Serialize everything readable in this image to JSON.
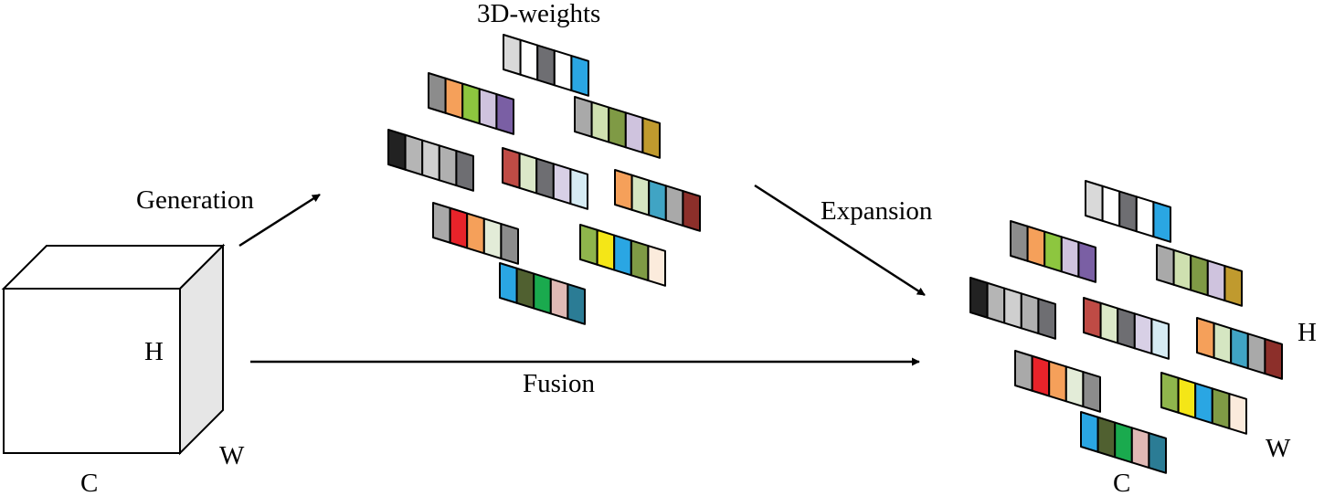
{
  "labels": {
    "title": "3D-weights",
    "generation": "Generation",
    "expansion": "Expansion",
    "fusion": "Fusion",
    "cube_h": "H",
    "cube_w": "W",
    "cube_c": "C",
    "out_h": "H",
    "out_w": "W",
    "out_c": "C"
  },
  "colors": {
    "stroke": "#000000",
    "cube_front": "#ffffff",
    "cube_top": "#ffffff",
    "cube_side": "#e6e6e6"
  },
  "weight_blocks": [
    {
      "id": "block-1",
      "cells": [
        "#d9d9d9",
        "#ffffff",
        "#6e6e72",
        "#ffffff",
        "#2aa6e3"
      ]
    },
    {
      "id": "block-2",
      "cells": [
        "#8c8c8c",
        "#f5a05a",
        "#8dc63f",
        "#cfc3de",
        "#7a5fa4"
      ]
    },
    {
      "id": "block-3",
      "cells": [
        "#a9a9a9",
        "#cfe0b0",
        "#7f9a45",
        "#cfc3de",
        "#c09a2e"
      ]
    },
    {
      "id": "block-4",
      "cells": [
        "#222222",
        "#b5b5b5",
        "#cfcfcf",
        "#b0b0b0",
        "#6e6e72"
      ]
    },
    {
      "id": "block-5",
      "cells": [
        "#bf4b45",
        "#dbe8c8",
        "#6e6e72",
        "#d8d0e6",
        "#d6ebf3"
      ]
    },
    {
      "id": "block-6",
      "cells": [
        "#f5a05a",
        "#d5e6c2",
        "#40a4c4",
        "#a9a9a9",
        "#8c2f2a"
      ]
    },
    {
      "id": "block-7",
      "cells": [
        "#a9a9a9",
        "#e8232a",
        "#f5a05a",
        "#e3ecd8",
        "#8c8c8c"
      ]
    },
    {
      "id": "block-8",
      "cells": [
        "#8fb54c",
        "#f4e617",
        "#2aa6e3",
        "#7f9a45",
        "#fbebdc"
      ]
    },
    {
      "id": "block-9",
      "cells": [
        "#2aa6e3",
        "#506030",
        "#1aaa4e",
        "#e0b9b5",
        "#2b7c95"
      ]
    }
  ]
}
